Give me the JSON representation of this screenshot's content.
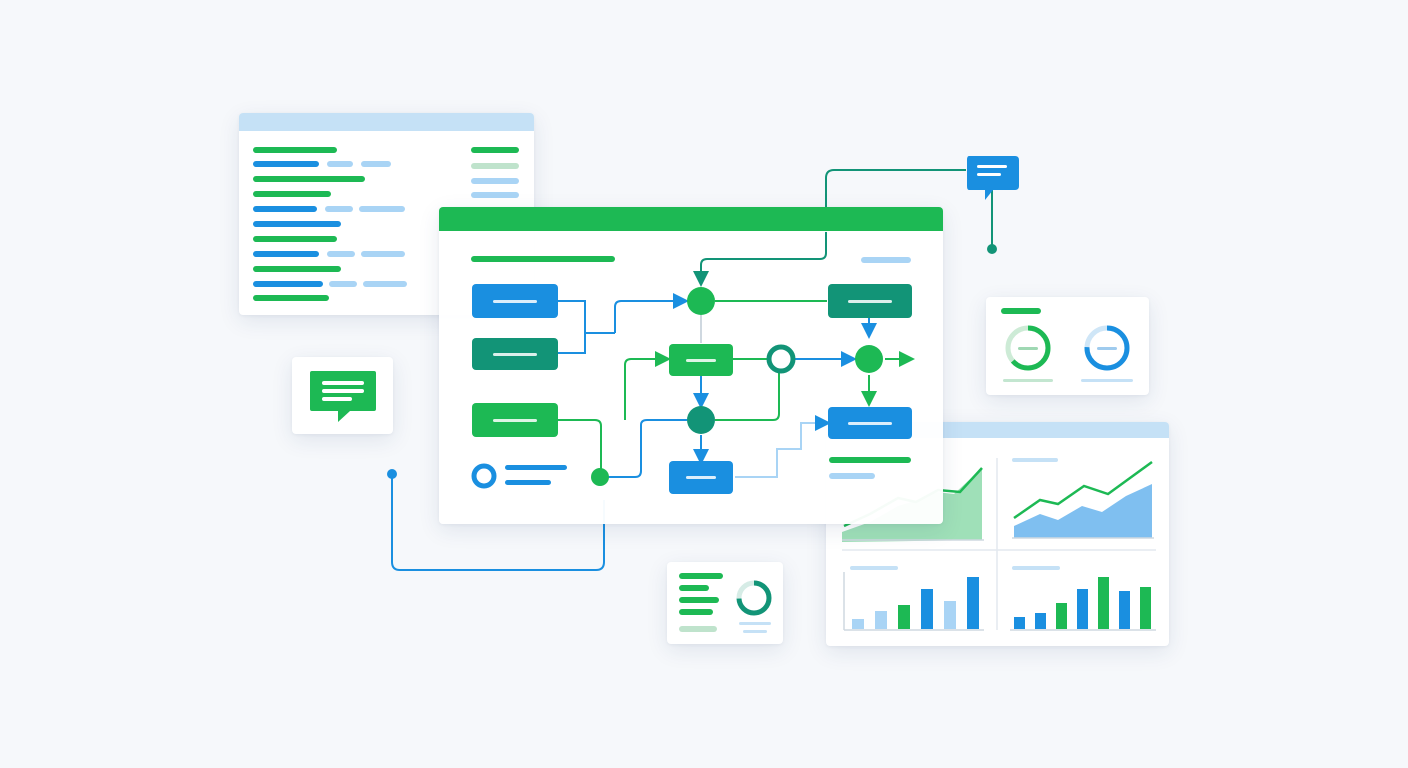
{
  "colors": {
    "background": "#f6f8fb",
    "green": "#1db954",
    "teal": "#129477",
    "blue": "#1a8fe0",
    "light_blue": "#a9d4f5",
    "card": "#ffffff"
  },
  "icons": {
    "chat_left": "chat-bubble-icon",
    "chat_top": "chat-bubble-icon"
  },
  "dashboard": {
    "area_charts": 2,
    "bar_charts": 2,
    "bars_left": [
      [
        {
          "v": 0.25,
          "c": "light_blue"
        },
        {
          "v": 0.45,
          "c": "light_blue"
        },
        {
          "v": 0.6,
          "c": "green"
        },
        {
          "v": 1.0,
          "c": "blue"
        },
        {
          "v": 0.7,
          "c": "light_blue"
        },
        {
          "v": 1.3,
          "c": "blue"
        }
      ],
      [
        {
          "v": 0.3,
          "c": "blue"
        },
        {
          "v": 0.4,
          "c": "blue"
        },
        {
          "v": 0.65,
          "c": "green"
        },
        {
          "v": 1.0,
          "c": "blue"
        },
        {
          "v": 1.3,
          "c": "green"
        },
        {
          "v": 0.95,
          "c": "blue"
        },
        {
          "v": 1.05,
          "c": "green"
        }
      ]
    ]
  }
}
